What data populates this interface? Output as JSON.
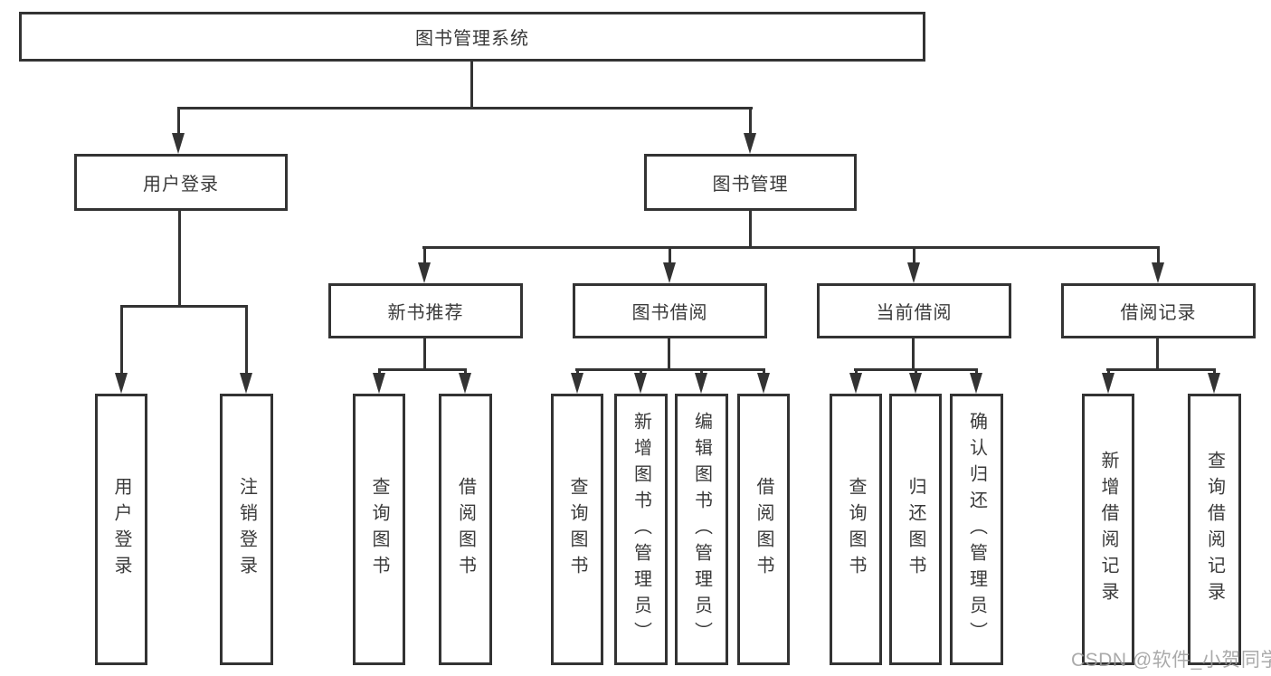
{
  "diagram": {
    "title": "图书管理系统",
    "level2": [
      {
        "label": "用户登录"
      },
      {
        "label": "图书管理"
      }
    ],
    "categories": [
      {
        "label": "新书推荐",
        "parent": "图书管理"
      },
      {
        "label": "图书借阅",
        "parent": "图书管理"
      },
      {
        "label": "当前借阅",
        "parent": "图书管理"
      },
      {
        "label": "借阅记录",
        "parent": "图书管理"
      }
    ],
    "leaves": [
      {
        "label": "用户登录",
        "parent": "用户登录"
      },
      {
        "label": "注销登录",
        "parent": "用户登录"
      },
      {
        "label": "查询图书",
        "parent": "新书推荐"
      },
      {
        "label": "借阅图书",
        "parent": "新书推荐"
      },
      {
        "label": "查询图书",
        "parent": "图书借阅"
      },
      {
        "label": "新增图书（管理员）",
        "parent": "图书借阅"
      },
      {
        "label": "编辑图书（管理员）",
        "parent": "图书借阅"
      },
      {
        "label": "借阅图书",
        "parent": "图书借阅"
      },
      {
        "label": "查询图书",
        "parent": "当前借阅"
      },
      {
        "label": "归还图书",
        "parent": "当前借阅"
      },
      {
        "label": "确认归还（管理员）",
        "parent": "当前借阅"
      },
      {
        "label": "新增借阅记录",
        "parent": "借阅记录"
      },
      {
        "label": "查询借阅记录",
        "parent": "借阅记录"
      }
    ]
  },
  "watermark": "CSDN @软件_小贺同学",
  "colors": {
    "line": "#333333",
    "text": "#3a3a3a",
    "watermark": "#9c9c9c",
    "background": "#ffffff"
  }
}
